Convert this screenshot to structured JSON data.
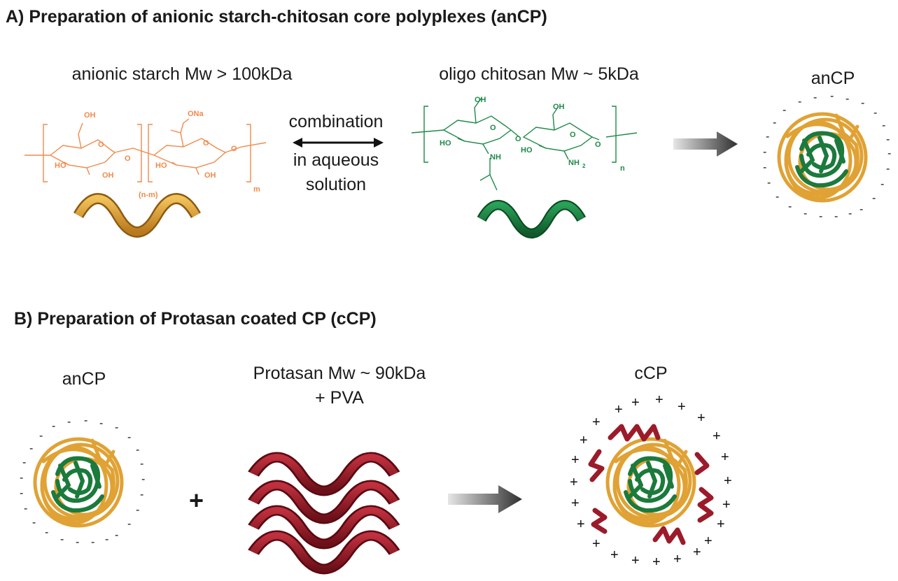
{
  "section_a": {
    "heading": "A) Preparation of anionic starch-chitosan core polyplexes (anCP)",
    "starch_label": "anionic starch Mw > 100kDa",
    "chitosan_label": "oligo chitosan Mw ~ 5kDa",
    "combination_line1": "combination",
    "combination_line2": "in aqueous",
    "combination_line3": "solution",
    "product_label": "anCP",
    "starch_groups": {
      "oh1": "OH",
      "ona": "ONa",
      "ho1": "HO",
      "oh2": "OH",
      "ho2": "HO",
      "oh3": "OH",
      "o1": "O",
      "o2": "O",
      "o3": "O",
      "o4": "O",
      "sub_nm": "(n-m)",
      "sub_m": "m"
    },
    "chitosan_groups": {
      "oh1": "OH",
      "oh2": "OH",
      "ho1": "HO",
      "ho2": "HO",
      "nh": "NH",
      "nh2": "NH",
      "nh2_sub": "2",
      "o1": "O",
      "o2": "O",
      "o3": "O",
      "o4": "O",
      "sub_n": "n"
    }
  },
  "section_b": {
    "heading": "B) Preparation of Protasan coated CP (cCP)",
    "ancp_label": "anCP",
    "protasan_line1": "Protasan Mw ~ 90kDa",
    "protasan_line2": "+ PVA",
    "plus_sign": "+",
    "product_label": "cCP"
  },
  "colors": {
    "starch": "#f08a4b",
    "chitosan": "#1e8a4a",
    "ribbon_gold": "#e0a234",
    "ribbon_green": "#1b7a3c",
    "ribbon_red": "#9b1b2a",
    "text": "#1a1a1a"
  }
}
